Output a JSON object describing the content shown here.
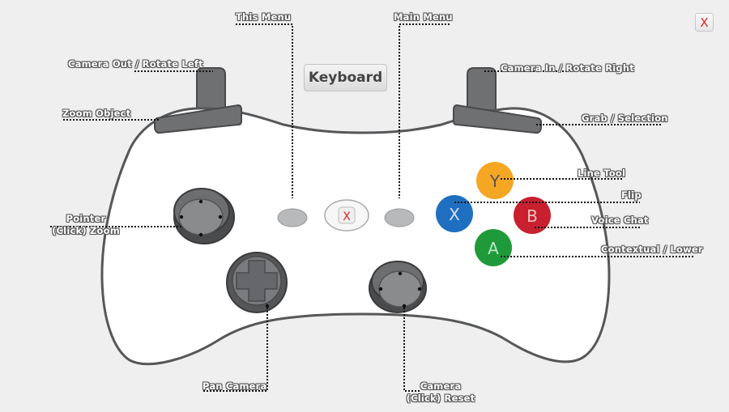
{
  "window": {
    "close_label": "X"
  },
  "keyboard_button": {
    "label": "Keyboard"
  },
  "controller": {
    "guide_button_label": "X",
    "face_buttons": {
      "y": {
        "label": "Y",
        "color": "#f5a623"
      },
      "x": {
        "label": "X",
        "color": "#1f6fc0"
      },
      "b": {
        "label": "B",
        "color": "#c8202e"
      },
      "a": {
        "label": "A",
        "color": "#1f9a3a"
      }
    }
  },
  "labels": {
    "this_menu": "This Menu",
    "main_menu": "Main Menu",
    "camera_out": "Camera Out / Rotate Left",
    "camera_in": "Camera In / Rotate Right",
    "zoom_object": "Zoom Object",
    "grab_selection": "Grab / Selection",
    "line_tool": "Line Tool",
    "flip": "Flip",
    "voice_chat": "Voice Chat",
    "contextual_lower": "Contextual / Lower",
    "pointer_line1": "Pointer",
    "pointer_line2": "(Click) Zoom",
    "pan_camera": "Pan Camera",
    "camera_reset_line1": "Camera",
    "camera_reset_line2": "(Click) Reset"
  }
}
